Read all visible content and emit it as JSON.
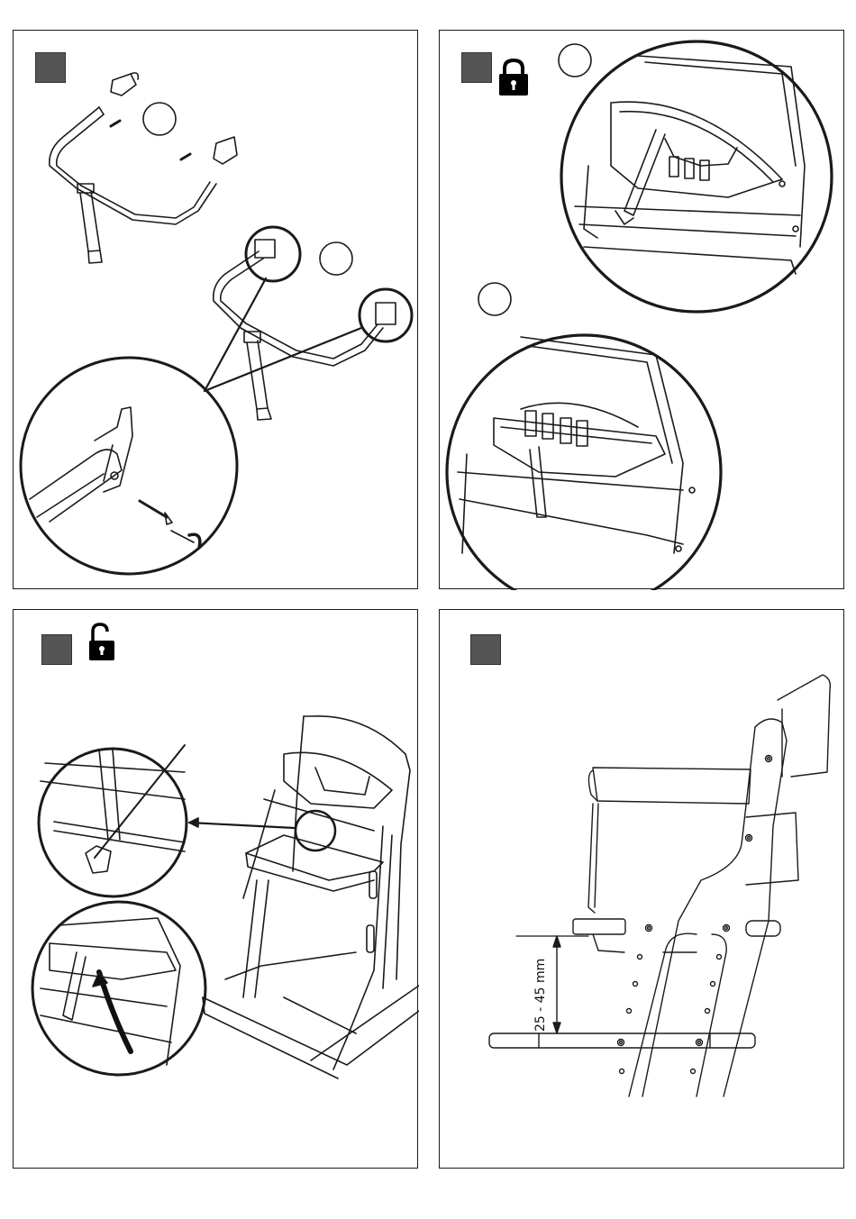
{
  "panels": [
    {
      "id": "panel-1",
      "icon": null
    },
    {
      "id": "panel-2",
      "icon": "locked-padlock-icon"
    },
    {
      "id": "panel-3",
      "icon": "unlocked-padlock-icon"
    },
    {
      "id": "panel-4",
      "icon": null
    }
  ],
  "measurement": {
    "label": "25 - 45 mm"
  },
  "colors": {
    "step_box": "#555555",
    "line": "#1a1a1a",
    "background": "#ffffff"
  }
}
